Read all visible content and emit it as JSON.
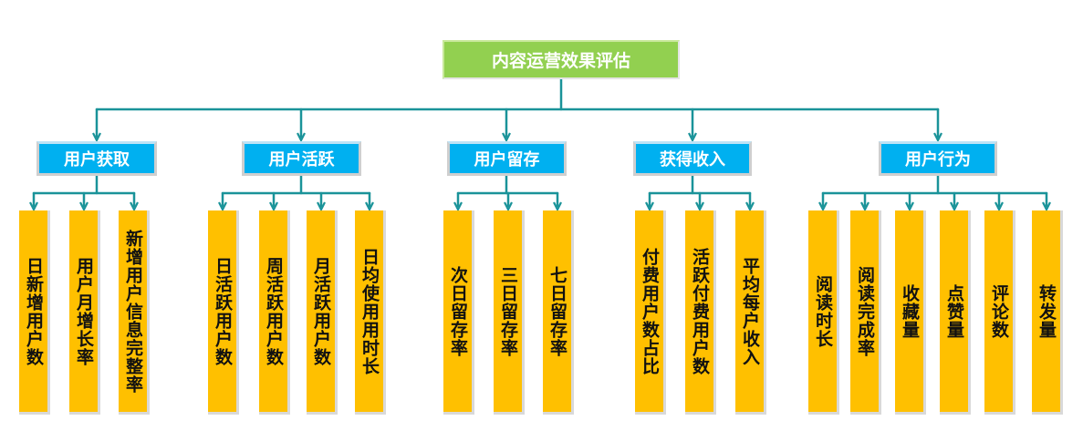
{
  "colors": {
    "root": "#92d050",
    "category": "#00b0f0",
    "leaf": "#ffc000",
    "line": "#1a9399"
  },
  "root": {
    "label": "内容运营效果评估"
  },
  "categories": [
    {
      "id": "acquisition",
      "label": "用户获取",
      "leaves": [
        "日新增用户数",
        "用户月增长率",
        "新增用户信息完整率"
      ]
    },
    {
      "id": "activity",
      "label": "用户活跃",
      "leaves": [
        "日活跃用户数",
        "周活跃用户数",
        "月活跃用户数",
        "日均使用用时长"
      ]
    },
    {
      "id": "retention",
      "label": "用户留存",
      "leaves": [
        "次日留存率",
        "三日留存率",
        "七日留存率"
      ]
    },
    {
      "id": "revenue",
      "label": "获得收入",
      "leaves": [
        "付费用户数占比",
        "活跃付费用户数",
        "平均每户收入"
      ]
    },
    {
      "id": "behavior",
      "label": "用户行为",
      "leaves": [
        "阅读时长",
        "阅读完成率",
        "收藏量",
        "点赞量",
        "评论数",
        "转发量"
      ]
    }
  ]
}
